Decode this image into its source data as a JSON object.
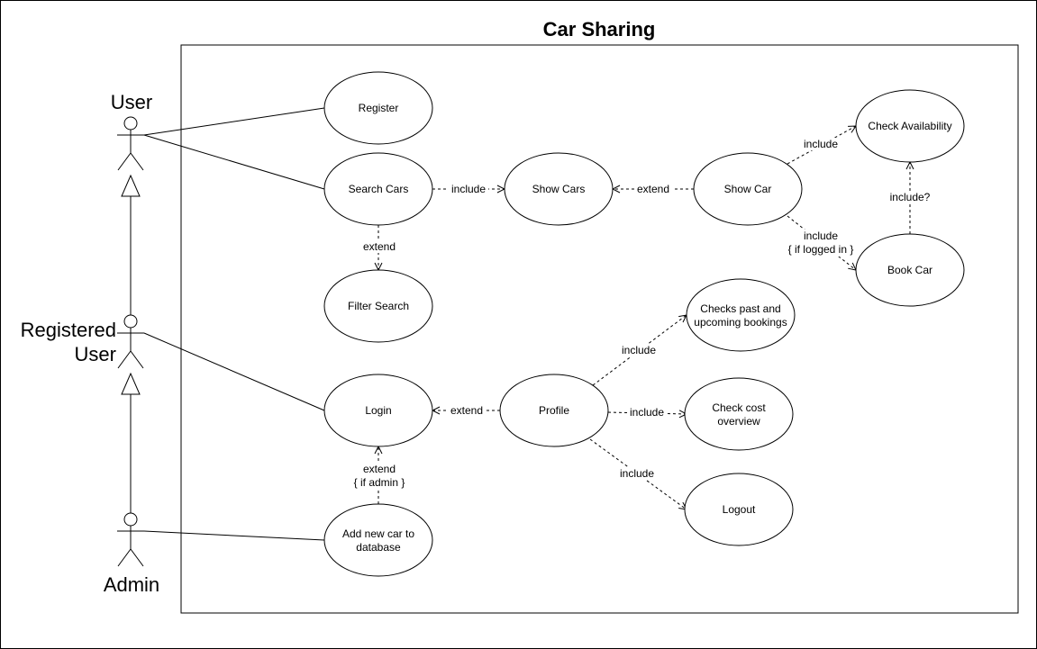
{
  "title": "Car Sharing",
  "actors": {
    "user": "User",
    "registered_user_line1": "Registered",
    "registered_user_line2": "User",
    "admin": "Admin"
  },
  "use_cases": {
    "register": [
      "Register"
    ],
    "search_cars": [
      "Search Cars"
    ],
    "filter_search": [
      "Filter Search"
    ],
    "show_cars": [
      "Show Cars"
    ],
    "show_car": [
      "Show Car"
    ],
    "check_availability": [
      "Check Availability"
    ],
    "book_car": [
      "Book Car"
    ],
    "login": [
      "Login"
    ],
    "profile": [
      "Profile"
    ],
    "checks_bookings": [
      "Checks past and",
      "upcoming bookings"
    ],
    "check_cost": [
      "Check cost",
      "overview"
    ],
    "logout": [
      "Logout"
    ],
    "add_car": [
      "Add new car to",
      "database"
    ]
  },
  "relations": {
    "search_show_cars": "include",
    "show_car_show_cars": "extend",
    "show_car_availability": "include",
    "show_car_book": [
      "include",
      "{ if logged in }"
    ],
    "book_availability": "include?",
    "search_filter": "extend",
    "profile_login": "extend",
    "profile_bookings": "include",
    "profile_cost": "include",
    "profile_logout": "include",
    "add_car_login": [
      "extend",
      "{ if admin }"
    ]
  }
}
